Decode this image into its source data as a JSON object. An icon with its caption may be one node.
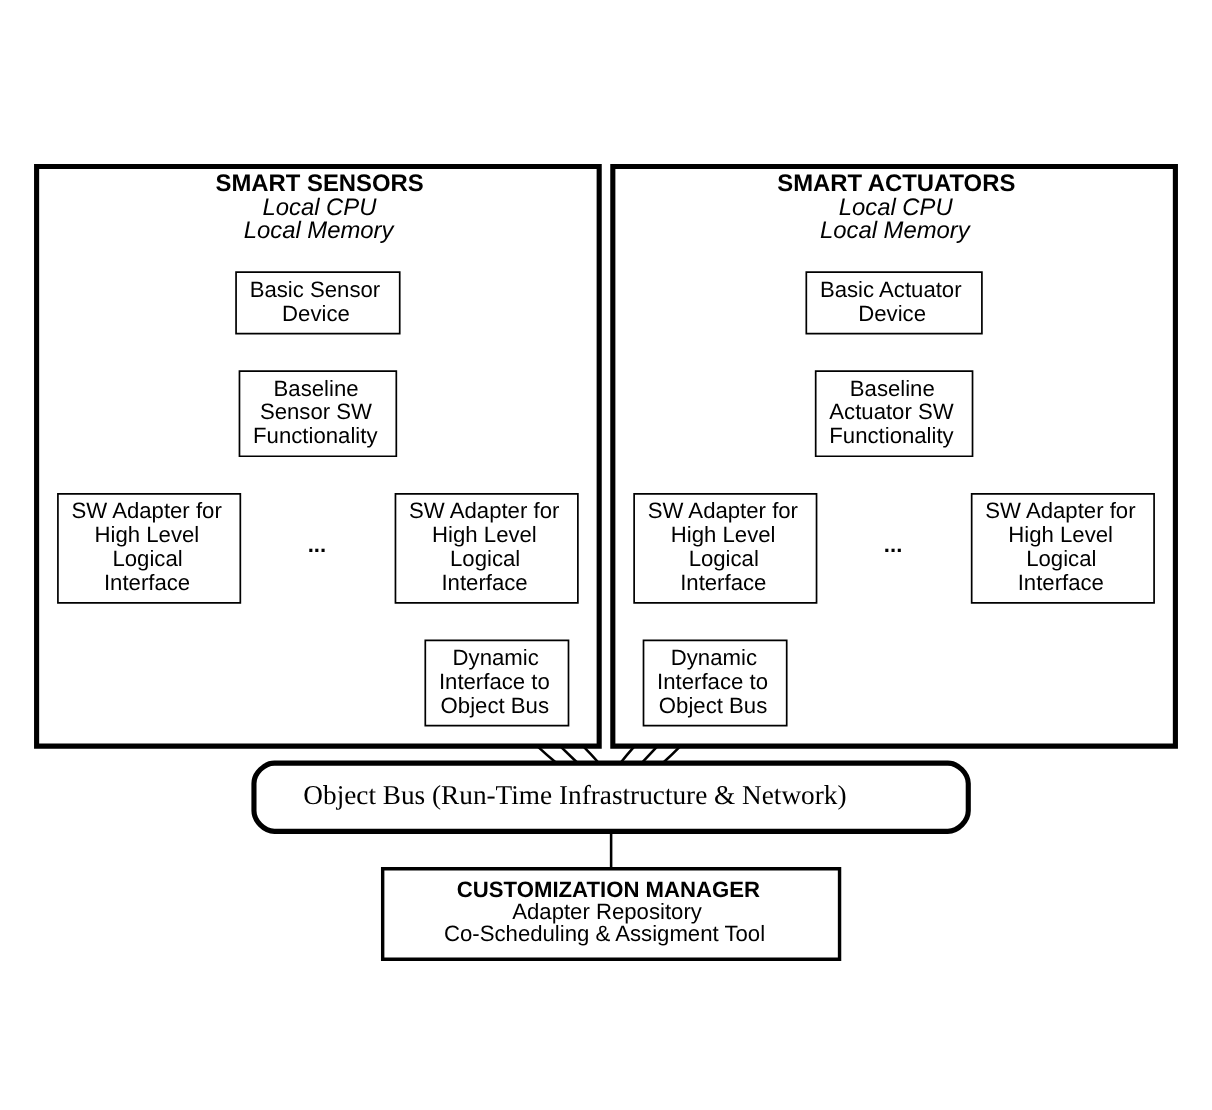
{
  "diagram": {
    "nodes": [
      {
        "text": [
          "SMART SENSORS",
          "Local CPU",
          "Local Memory"
        ]
      },
      {
        "text": [
          "Basic Sensor Device"
        ],
        "in": 0
      },
      {
        "text": [
          "Baseline Sensor SW Functionality"
        ],
        "in": 0
      },
      {
        "text": [
          "SW Adapter for High Level Logical Interface"
        ],
        "in": 0
      },
      {
        "text": [
          "SW Adapter for High Level Logical Interface"
        ],
        "in": 0
      },
      {
        "text": [
          "Dynamic Interface to Object Bus"
        ],
        "in": 0
      },
      {
        "text": [
          "SMART ACTUATORS",
          "Local CPU",
          "Local Memory"
        ]
      },
      {
        "text": [
          "Basic Actuator Device"
        ],
        "in": 6
      },
      {
        "text": [
          "Baseline Actuator SW Functionality"
        ],
        "in": 6
      },
      {
        "text": [
          "SW Adapter for High Level Logical Interface"
        ],
        "in": 6
      },
      {
        "text": [
          "SW Adapter for High Level Logical Interface"
        ],
        "in": 6
      },
      {
        "text": [
          "Dynamic Interface to Object Bus"
        ],
        "in": 6
      },
      {
        "text": [
          "Object Bus (Run-Time Infrastructure & Network)"
        ]
      },
      {
        "text": [
          "CUSTOMIZATION MANAGER",
          "Adapter Repository",
          "Co-Scheduling & Assigment Tool"
        ]
      }
    ],
    "edges": [
      {
        "from": 0,
        "to": 12,
        "arrow": "none"
      },
      {
        "from": 0,
        "to": 12,
        "arrow": "none"
      },
      {
        "from": 0,
        "to": 12,
        "arrow": "none"
      },
      {
        "from": 6,
        "to": 12,
        "arrow": "none"
      },
      {
        "from": 6,
        "to": 12,
        "arrow": "none"
      },
      {
        "from": 6,
        "to": 12,
        "arrow": "none"
      },
      {
        "from": 12,
        "to": 13,
        "arrow": "none"
      }
    ],
    "labels": [
      "...",
      "..."
    ]
  }
}
